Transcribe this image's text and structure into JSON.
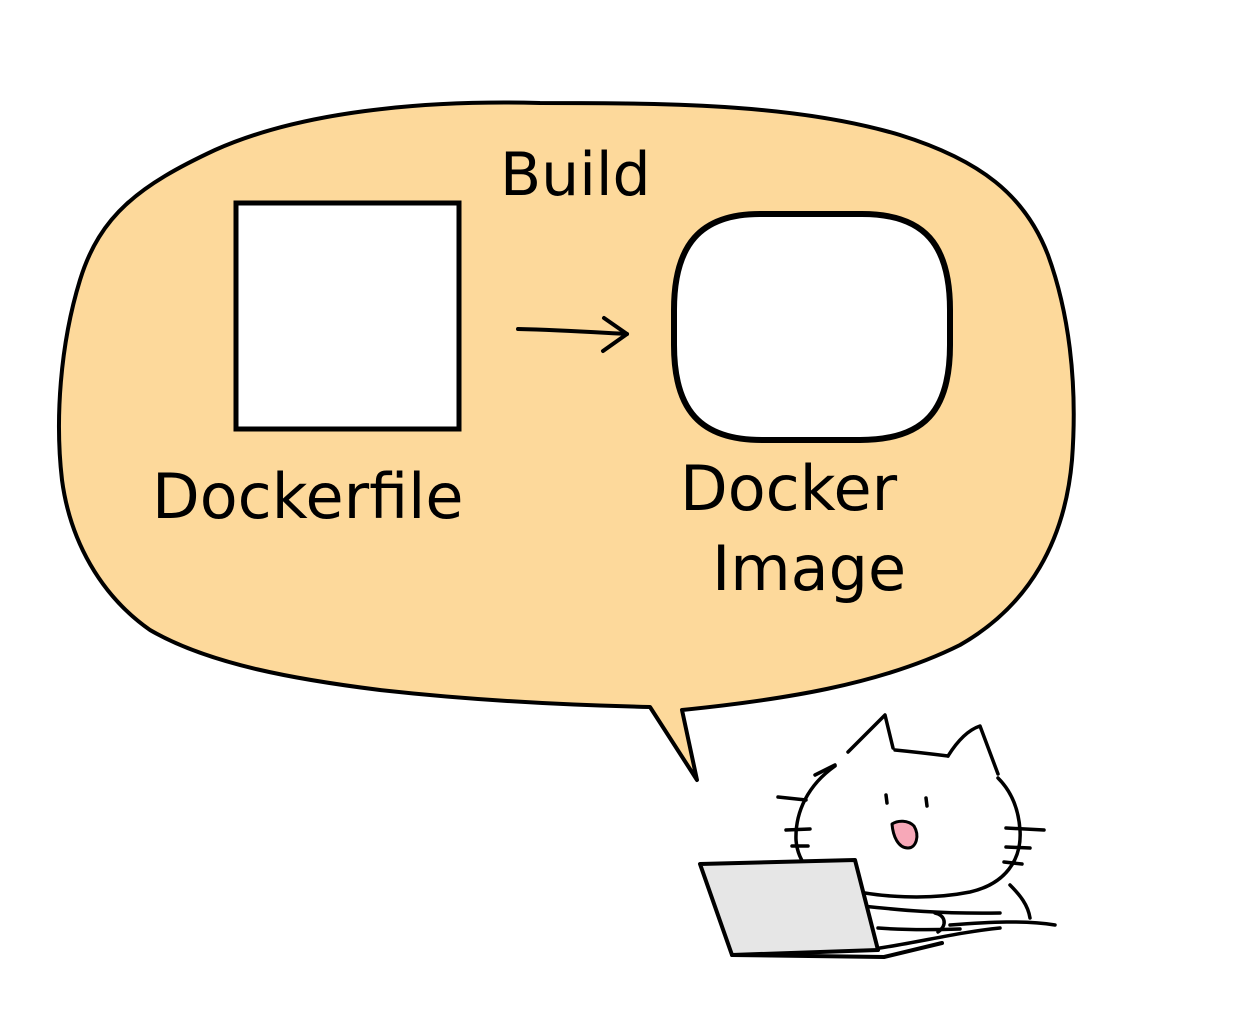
{
  "diagram": {
    "build_label": "Build",
    "source_label": "Dockerfile",
    "target_label_line1": "Docker",
    "target_label_line2": "Image"
  },
  "colors": {
    "bubble_fill": "#fdd99b",
    "stroke": "#000000",
    "box_fill": "#ffffff",
    "laptop_fill": "#e6e6e6",
    "tongue_fill": "#f7a8b8"
  },
  "icons": {
    "cat": "cat-with-laptop-icon",
    "arrow": "arrow-right-icon"
  }
}
